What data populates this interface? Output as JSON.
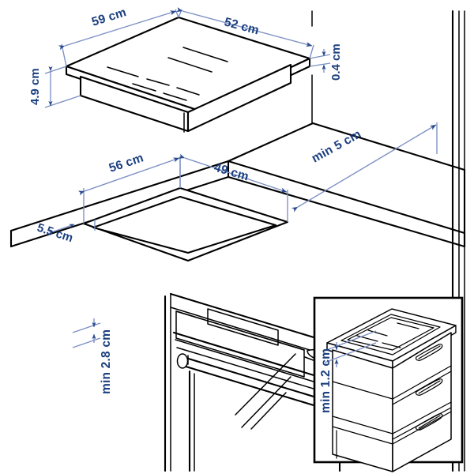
{
  "diagram": {
    "title": "Induction cooktop worktop installation diagram",
    "units": "cm",
    "line_color": "#000000",
    "dimension_text_color": "#1b3f80",
    "dimension_line_color": "#7b8fc4",
    "background_color": "#ffffff"
  },
  "dimensions": {
    "hob_width": "59 cm",
    "hob_depth": "52 cm",
    "hob_lip_thickness": "0.4 cm",
    "hob_body_height": "4.9 cm",
    "cutout_width": "56 cm",
    "cutout_depth": "49 cm",
    "front_edge_distance": "5.5 cm",
    "rear_wall_clearance": "min 5 cm",
    "below_worktop_clearance": "min 2.8 cm",
    "drawer_top_clearance": "min 1.2 cm"
  },
  "parts": {
    "hob": "cooktop-hob",
    "worktop": "kitchen-worktop",
    "cutout": "worktop-cutout",
    "oven": "built-in-oven",
    "oven_panel": "oven-control-panel",
    "oven_handle": "oven-door-handle",
    "oven_door_glass": "oven-door-glass",
    "wall": "back-wall",
    "inset": "drawer-cabinet-detail",
    "drawers": [
      "drawer-top",
      "drawer-middle",
      "drawer-bottom"
    ]
  }
}
